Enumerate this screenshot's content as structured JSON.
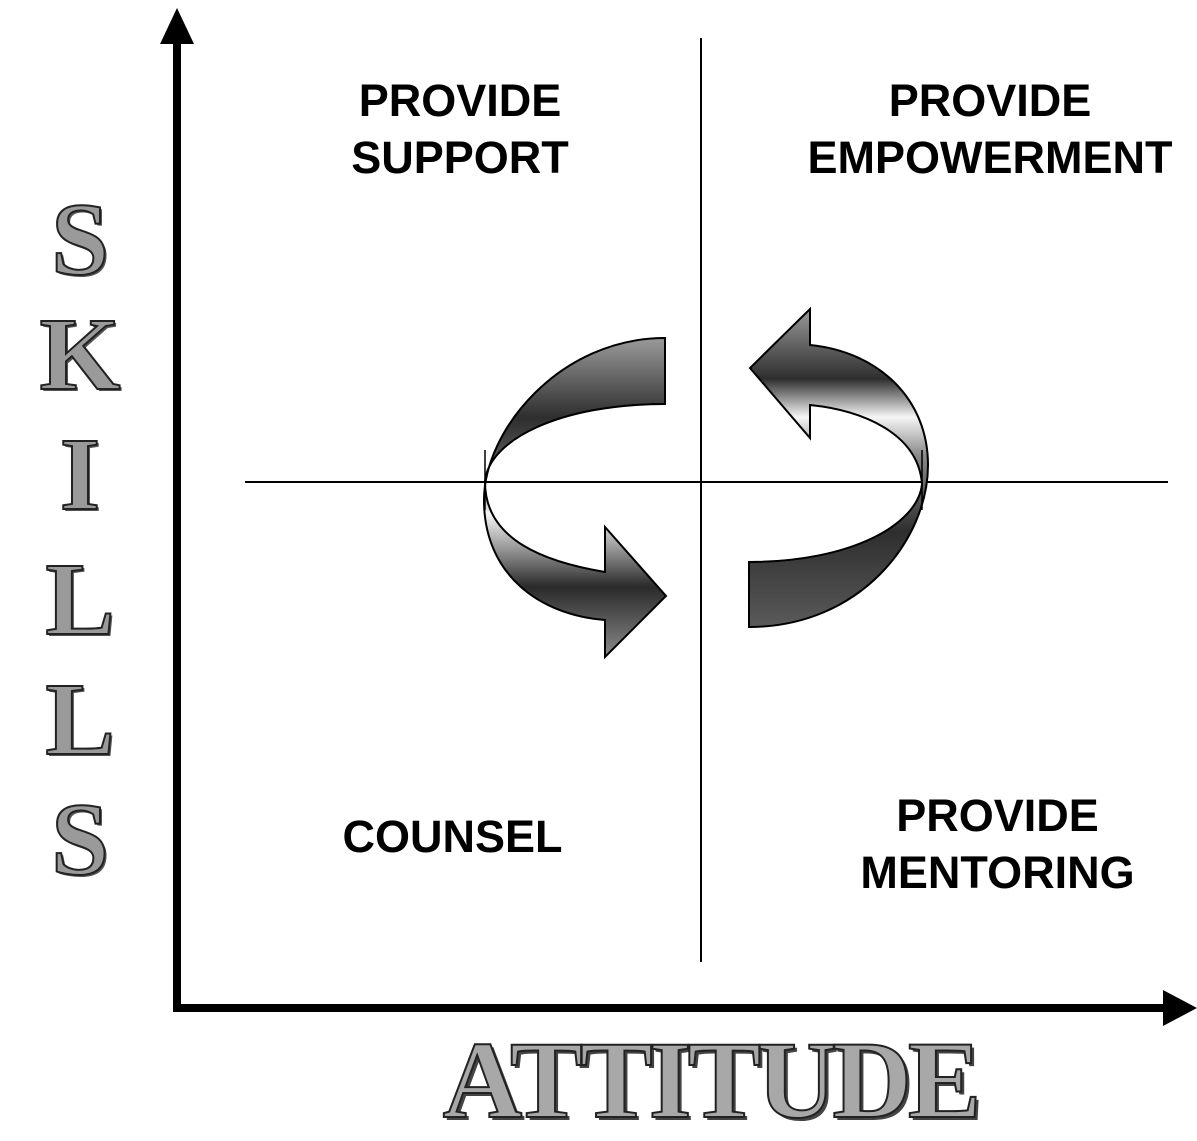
{
  "quadrants": {
    "top_left": [
      "PROVIDE",
      "SUPPORT"
    ],
    "top_right": [
      "PROVIDE",
      "EMPOWERMENT"
    ],
    "bottom_left": [
      "COUNSEL"
    ],
    "bottom_right": [
      "PROVIDE",
      "MENTORING"
    ]
  },
  "axes": {
    "y_label_letters": [
      "S",
      "K",
      "I",
      "L",
      "L",
      "S"
    ],
    "x_label": "ATTITUDE"
  },
  "colors": {
    "axis": "#000000",
    "arrow_dark": "#3a3a3a",
    "arrow_light": "#f2f2f2"
  }
}
